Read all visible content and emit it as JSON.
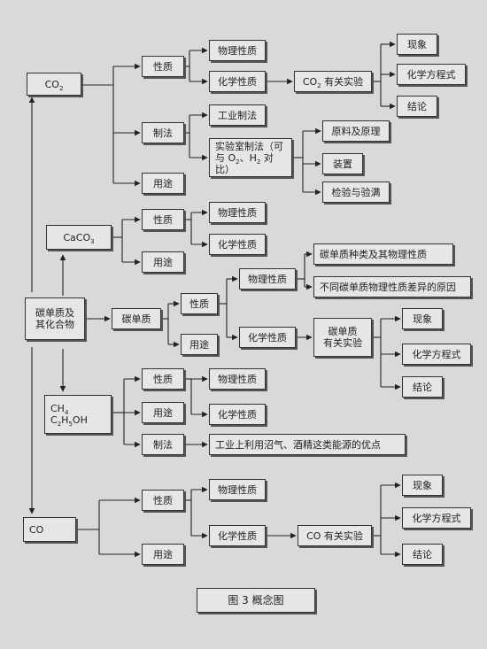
{
  "diagram": {
    "co2": {
      "prefix": "CO",
      "sub": "2"
    },
    "caco3": {
      "prefix": "CaCO",
      "sub": "3"
    },
    "carbon_compounds": {
      "line1": "碳单质及",
      "line2": "其化合物"
    },
    "ch4": {
      "prefix": "CH",
      "sub": "4"
    },
    "c2h5oh": {
      "p1": "C",
      "s1": "2",
      "p2": "H",
      "s2": "5",
      "p3": "OH"
    },
    "co": "CO",
    "properties": "性质",
    "physical_properties": "物理性质",
    "chemical_properties": "化学性质",
    "preparation": "制法",
    "uses": "用途",
    "industrial_preparation": "工业制法",
    "lab_preparation": {
      "line1": "实验室制法（可",
      "line2a": "与 O",
      "line2sub1": "2",
      "line2b": "、H",
      "line2sub2": "2",
      "line2c": " 对比）"
    },
    "co2_experiments": {
      "prefix": "CO",
      "sub": "2",
      "suffix": " 有关实验"
    },
    "phenomenon": "现象",
    "chemical_equation": "化学方程式",
    "conclusion": "结论",
    "materials_principles": "原料及原理",
    "apparatus": "装置",
    "test_collection": "检验与验满",
    "carbon_element": "碳单质",
    "carbon_types": "碳单质种类及其物理性质",
    "carbon_difference_reason": "不同碳单质物理性质差异的原因",
    "carbon_experiments": {
      "line1": "碳单质",
      "line2": "有关实验"
    },
    "biogas_advantages": "工业上利用沼气、酒精这类能源的优点",
    "co_experiments": "CO 有关实验",
    "caption": "图 3 概念图"
  }
}
